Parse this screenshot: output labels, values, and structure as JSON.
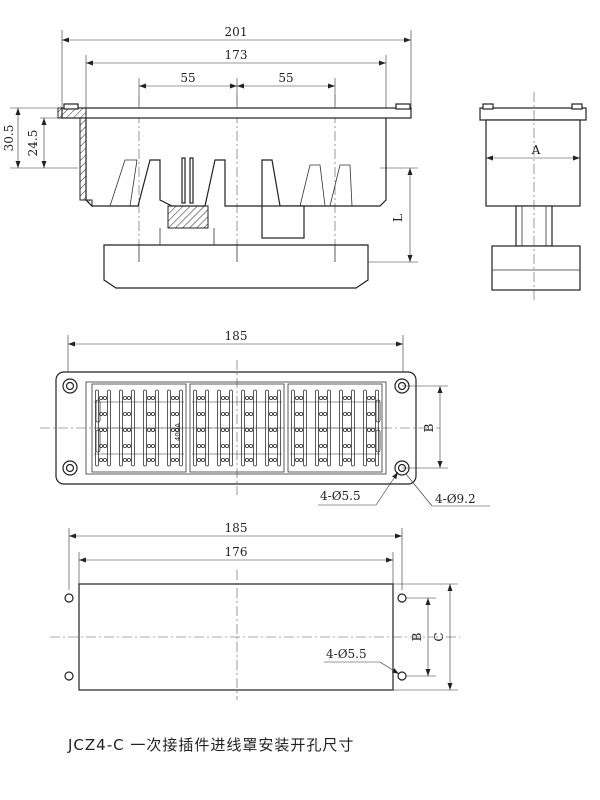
{
  "caption": "JCZ4-C 一次接插件进线罩安装开孔尺寸",
  "front_view": {
    "dim_overall": "201",
    "dim_inner": "173",
    "dim_left_pitch": "55",
    "dim_right_pitch": "55",
    "dim_height_outer": "30.5",
    "dim_height_inner": "24.5",
    "dim_depth": "L"
  },
  "side_view": {
    "dim_width": "A"
  },
  "top_view": {
    "dim_length": "185",
    "dim_height": "B",
    "hole_small": "4-Ø5.5",
    "hole_large": "4-Ø9.2",
    "module_label": "400A"
  },
  "cutout_view": {
    "dim_length_outer": "185",
    "dim_length_inner": "176",
    "dim_height_inner": "B",
    "dim_height_outer": "C",
    "hole": "4-Ø5.5"
  }
}
